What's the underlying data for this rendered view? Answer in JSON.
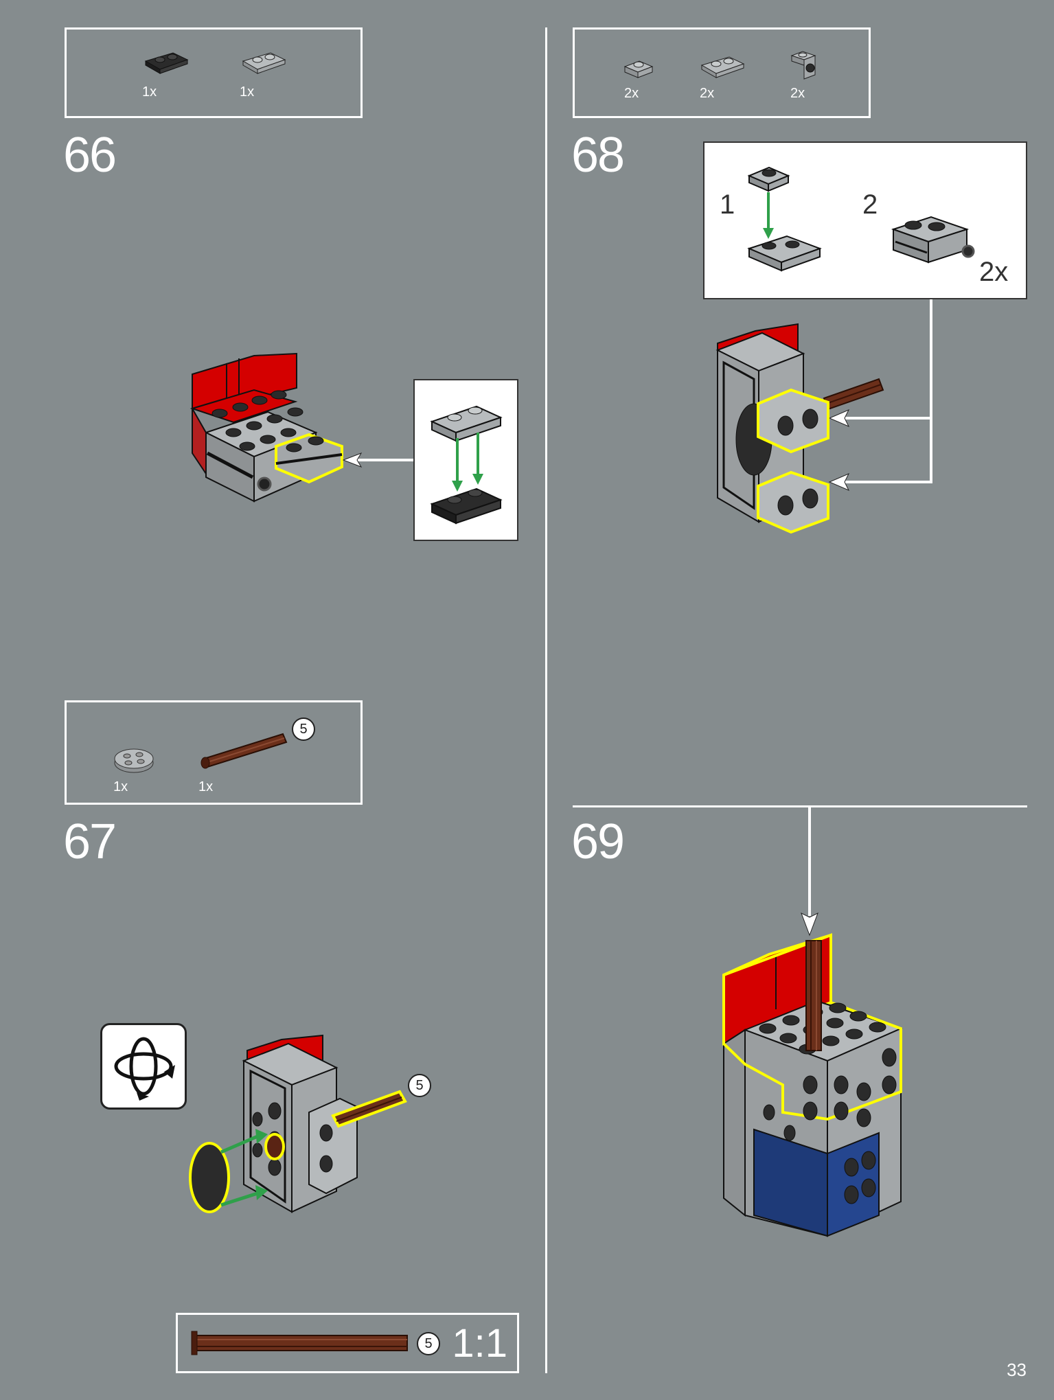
{
  "page": {
    "number": "33"
  },
  "steps": [
    {
      "number": "66",
      "parts": [
        {
          "qty": "1x",
          "icon": "dark-plate-1x2-icon"
        },
        {
          "qty": "1x",
          "icon": "gray-plate-1x2-icon"
        }
      ],
      "callout": {
        "icon": "plate-stack-callout-icon"
      }
    },
    {
      "number": "67",
      "parts": [
        {
          "qty": "1x",
          "icon": "round-plate-icon"
        },
        {
          "qty": "1x",
          "icon": "brown-axle-icon",
          "length": "5"
        }
      ],
      "rotate_icon": "rotate-model-icon",
      "axle_label": "5",
      "scale_box": {
        "length": "5",
        "scale": "1:1"
      }
    },
    {
      "number": "68",
      "parts": [
        {
          "qty": "2x",
          "icon": "gray-plate-1x1-icon"
        },
        {
          "qty": "2x",
          "icon": "gray-plate-1x2-icon"
        },
        {
          "qty": "2x",
          "icon": "bracket-icon"
        }
      ],
      "substeps": [
        {
          "number": "1"
        },
        {
          "number": "2",
          "qty": "2x"
        }
      ]
    },
    {
      "number": "69"
    }
  ],
  "colors": {
    "background": "#858c8e",
    "red": "#d40000",
    "gray": "#a3a7a9",
    "dark": "#2b2b2b",
    "blue": "#1e3a78",
    "brown": "#6b2f1a",
    "highlight": "#ffff00",
    "arrow_green": "#2fa04a"
  }
}
